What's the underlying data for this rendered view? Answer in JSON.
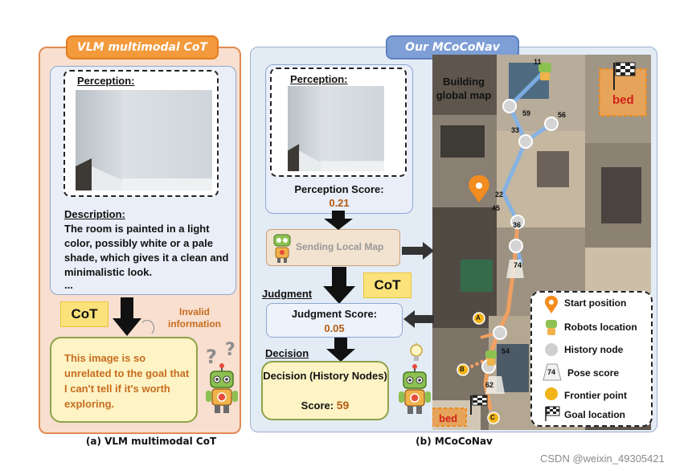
{
  "left": {
    "title": "VLM multimodal CoT",
    "perception_label": "Perception:",
    "description_label": "Description:",
    "description_text": "The room is painted in a light color, possibly white or a pale shade, which gives it a clean and minimalistic look.",
    "description_ellipsis": "...",
    "cot_label": "CoT",
    "invalid_label": "Invalid information",
    "response_text": "This image is so unrelated to the goal that I can't tell if it's worth exploring.",
    "caption": "(a) VLM multimodal CoT"
  },
  "right": {
    "title": "Our MCoCoNav",
    "perception_label": "Perception:",
    "perception_score_label": "Perception Score:",
    "perception_score_value": "0.21",
    "building_map_label": "Building global map",
    "sending_label": "Sending Local Map",
    "judgment_label": "Judgment",
    "cot_label": "CoT",
    "judgment_score_label": "Judgment Score:",
    "judgment_score_value": "0.05",
    "decision_label": "Decision",
    "decision_text": "Decision (History Nodes)",
    "decision_score_label": "Score:",
    "decision_score_value": "59",
    "caption": "(b) MCoCoNav"
  },
  "map": {
    "bed_label": "bed",
    "history_nodes": [
      "11",
      "59",
      "56",
      "33",
      "22",
      "45",
      "36",
      "74",
      "54",
      "62"
    ],
    "frontier_points": [
      "A",
      "B",
      "C"
    ]
  },
  "legend": {
    "start_position": "Start position",
    "robots_location": "Robots location",
    "history_node": "History node",
    "pose_score_example": "74",
    "pose_score": "Pose score",
    "frontier_point": "Frontier point",
    "goal_location": "Goal location"
  },
  "colors": {
    "left_panel_bg": "#f8dfcf",
    "left_accent": "#f39a3c",
    "right_panel_bg": "#e3ebf5",
    "right_accent": "#7e9fd6",
    "score_value": "#b55a12",
    "cot_badge": "#fbe27a",
    "start_marker": "#f28c1e",
    "frontier_point": "#f3b418",
    "path_blue": "#7fb3ea",
    "path_orange": "#f3a060"
  },
  "watermark": "CSDN @weixin_49305421"
}
